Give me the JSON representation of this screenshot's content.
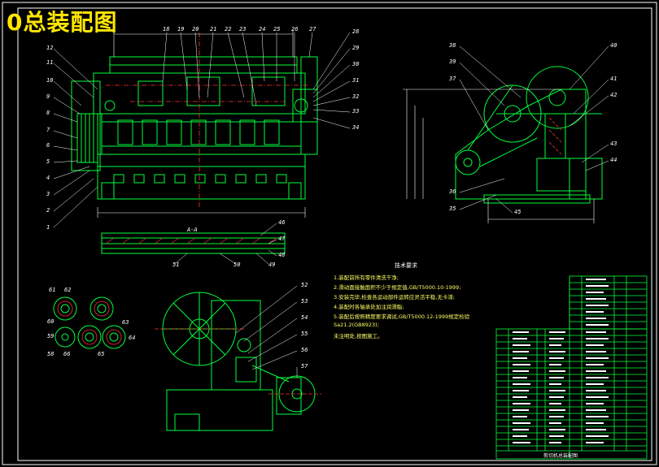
{
  "title": "0总装配图",
  "colors": {
    "background": "#000000",
    "frame": "#ffffff",
    "geometry": "#00ff3c",
    "dimension": "#ffffff",
    "center_line": "#ff3030",
    "title_text": "#ffe600",
    "notes_text": "#ffff66",
    "hatch": "#ff3030",
    "table": "#00ff3c"
  },
  "front_view_callouts": [
    "12",
    "11",
    "10",
    "9",
    "8",
    "7",
    "6",
    "5",
    "4",
    "3",
    "2",
    "1",
    "18",
    "19",
    "20",
    "21",
    "22",
    "23",
    "24",
    "25",
    "26",
    "27",
    "28",
    "29",
    "30",
    "31",
    "32",
    "33",
    "34"
  ],
  "side_view_callouts": [
    "38",
    "39",
    "37",
    "36",
    "35",
    "40",
    "41",
    "42",
    "43",
    "44",
    "45"
  ],
  "section_callouts": [
    "46",
    "47",
    "48",
    "49",
    "50",
    "51"
  ],
  "section_label": "A-A",
  "detail_callouts": [
    "61",
    "62",
    "63",
    "64",
    "60",
    "59",
    "58",
    "66",
    "65"
  ],
  "drive_view_callouts": [
    "52",
    "53",
    "54",
    "55",
    "56",
    "57"
  ],
  "technical_notes": {
    "heading": "技术要求",
    "lines": [
      "1.装配前所有零件清洗干净;",
      "2.滑动面接触面积不少于规定值,GB/T5000.10-1999;",
      "3.安装完毕,检查各运动部件运转应灵活平稳,无卡滞;",
      "4.装配时各轴承处加注润滑脂;",
      "5.装配后按照精度要求调试,GB/T5000.12-1999规定检验",
      "Sa21.2(GB8923);",
      "未注明处,按图施工。"
    ]
  },
  "parts_list_footer": "剪切机总装配图"
}
